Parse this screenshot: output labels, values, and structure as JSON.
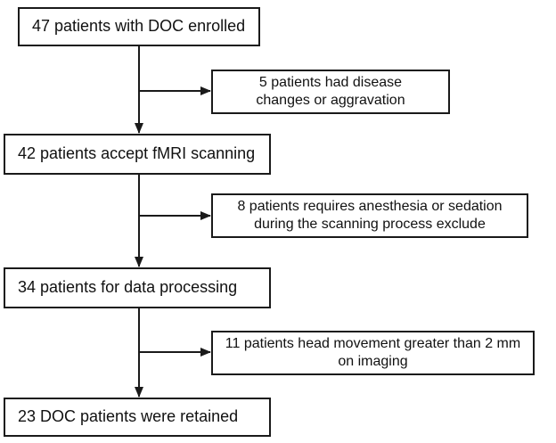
{
  "flow": {
    "steps": [
      {
        "label": "47 patients with DOC enrolled"
      },
      {
        "label": "42 patients accept fMRI scanning"
      },
      {
        "label": "34 patients for data processing"
      },
      {
        "label": "23 DOC patients were retained"
      }
    ],
    "exclusions": [
      {
        "label": "5 patients had disease\nchanges or aggravation"
      },
      {
        "label": "8 patients requires anesthesia or sedation\nduring the scanning process exclude"
      },
      {
        "label": "11 patients head movement greater than 2 mm\non imaging"
      }
    ]
  },
  "colors": {
    "stroke": "#1a1a1a",
    "background": "#ffffff"
  }
}
